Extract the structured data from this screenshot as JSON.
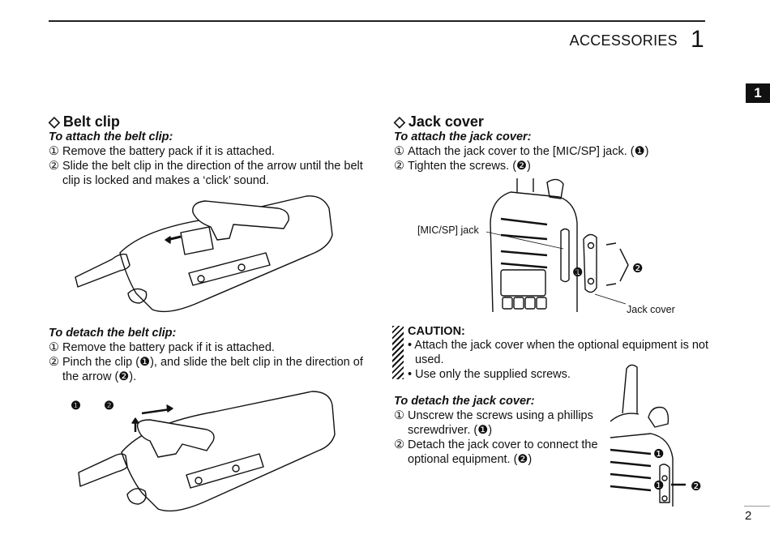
{
  "header": {
    "section_title": "ACCESSORIES",
    "chapter_number": "1",
    "side_tab": "1"
  },
  "belt_clip": {
    "heading": "Belt clip",
    "attach": {
      "subheading": "To attach the belt clip:",
      "steps": [
        {
          "num": "①",
          "text": "Remove the battery pack if it is attached."
        },
        {
          "num": "②",
          "text": "Slide the belt clip in the direction of the arrow until the belt",
          "cont": "clip is locked and makes a ‘click’ sound."
        }
      ]
    },
    "detach": {
      "subheading": "To detach the belt clip:",
      "steps": [
        {
          "num": "①",
          "text": "Remove the battery pack if it is attached."
        },
        {
          "num": "②",
          "text": "Pinch the clip (❶), and slide the belt clip in the direction of",
          "cont": "the arrow (❷)."
        }
      ]
    },
    "fig_callouts": [
      "❶",
      "❷"
    ]
  },
  "jack_cover": {
    "heading": "Jack cover",
    "attach": {
      "subheading": "To attach the jack cover:",
      "steps": [
        {
          "num": "①",
          "text": "Attach the jack cover to the [MIC/SP] jack. (❶)"
        },
        {
          "num": "②",
          "text": "Tighten the screws. (❷)"
        }
      ]
    },
    "figure_labels": {
      "jack": "[MIC/SP] jack",
      "cover": "Jack cover",
      "c1": "❶",
      "c2": "❷"
    },
    "caution": {
      "title": "CAUTION:",
      "bullets": [
        {
          "text": "• Attach the jack cover when the optional equipment is not",
          "cont": "used."
        },
        {
          "text": "• Use only the supplied screws."
        }
      ]
    },
    "detach": {
      "subheading": "To detach the jack cover:",
      "steps": [
        {
          "num": "①",
          "text": "Unscrew the screws using a phillips",
          "cont": "screwdriver. (❶)"
        },
        {
          "num": "②",
          "text": "Detach the jack cover to connect the",
          "cont": "optional equipment. (❷)"
        }
      ]
    },
    "fig2_callouts": [
      "❶",
      "❶",
      "❷"
    ]
  },
  "footer": {
    "page_number": "2"
  }
}
